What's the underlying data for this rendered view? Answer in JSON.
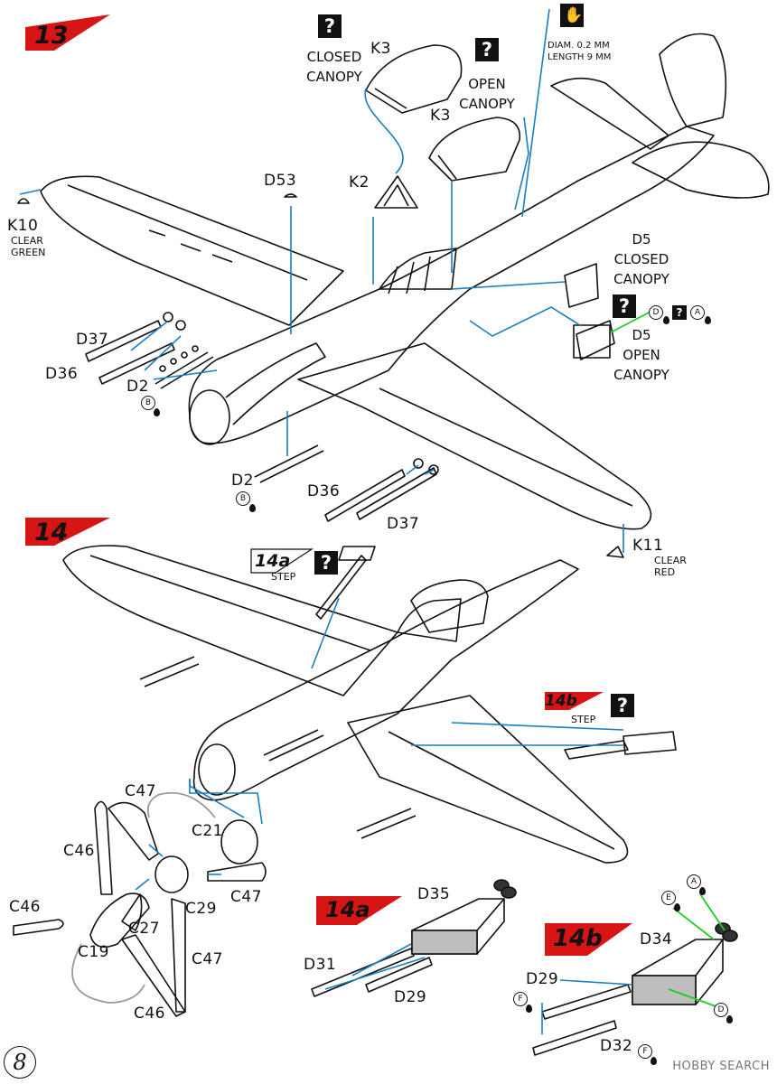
{
  "page_number": "8",
  "watermark": "HOBBY SEARCH",
  "colors": {
    "flag": "#d81515",
    "leader": "#1a7fc0",
    "green_leader": "#22cc22",
    "gray_arrow": "#999999",
    "part_fill": "#bdbdbd"
  },
  "step13": {
    "number": "13",
    "callouts": {
      "k3_closed": "K3",
      "closed_canopy": "CLOSED\nCANOPY",
      "k3_open": "K3",
      "open_canopy": "OPEN\nCANOPY",
      "k2": "K2",
      "d53": "D53",
      "k10": "K10",
      "k10_color": "CLEAR\nGREEN",
      "d37": "D37",
      "d36": "D36",
      "d2": "D2",
      "d2_paint": "B",
      "d2b": "D2",
      "d2b_paint": "B",
      "d36b": "D36",
      "d37b": "D37",
      "k11": "K11",
      "k11_color": "CLEAR\nRED",
      "d5_closed": "D5\nCLOSED\nCANOPY",
      "d5_open": "D5\nOPEN\nCANOPY",
      "d5_paint1": "D",
      "d5_paint2": "A",
      "antenna_note": "DIAM. 0.2 MM\nLENGTH 9 MM"
    }
  },
  "step14": {
    "number": "14",
    "callouts": {
      "sub_a": "14a",
      "sub_a_text": "STEP",
      "sub_b": "14b",
      "sub_b_text": "STEP",
      "c47_top": "C47",
      "c21": "C21",
      "c46_left": "C46",
      "c46_far": "C46",
      "c27": "C27",
      "c29": "C29",
      "c47_right": "C47",
      "c19": "C19",
      "c47_bottom": "C47",
      "c46_bottom": "C46"
    }
  },
  "step14a": {
    "number": "14a",
    "callouts": {
      "d35": "D35",
      "d31": "D31",
      "d29": "D29"
    }
  },
  "step14b": {
    "number": "14b",
    "callouts": {
      "d34": "D34",
      "d29": "D29",
      "d32": "D32",
      "paint_e": "E",
      "paint_a": "A",
      "paint_f1": "F",
      "paint_d": "D",
      "paint_f2": "F"
    }
  },
  "question_mark": "?"
}
